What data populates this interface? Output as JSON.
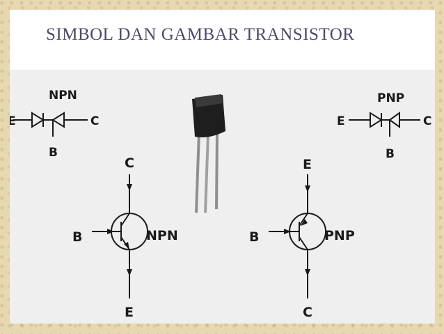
{
  "slide": {
    "title": "SIMBOL DAN GAMBAR TRANSISTOR"
  },
  "diagram": {
    "npn_diode": {
      "label": "NPN",
      "emitter": "E",
      "collector": "C",
      "base": "B"
    },
    "pnp_diode": {
      "label": "PNP",
      "emitter": "E",
      "collector": "C",
      "base": "B"
    },
    "npn_symbol": {
      "label": "NPN",
      "top": "C",
      "base": "B",
      "bottom": "E"
    },
    "pnp_symbol": {
      "label": "PNP",
      "top": "E",
      "base": "B",
      "bottom": "C"
    }
  },
  "colors": {
    "title": "#4a4a6a",
    "border": "#e7d8b2",
    "ink": "#1a1a1a",
    "figure_bg": "#efefef",
    "transistor_body": "#222222",
    "leads": "#9a9a9a"
  }
}
